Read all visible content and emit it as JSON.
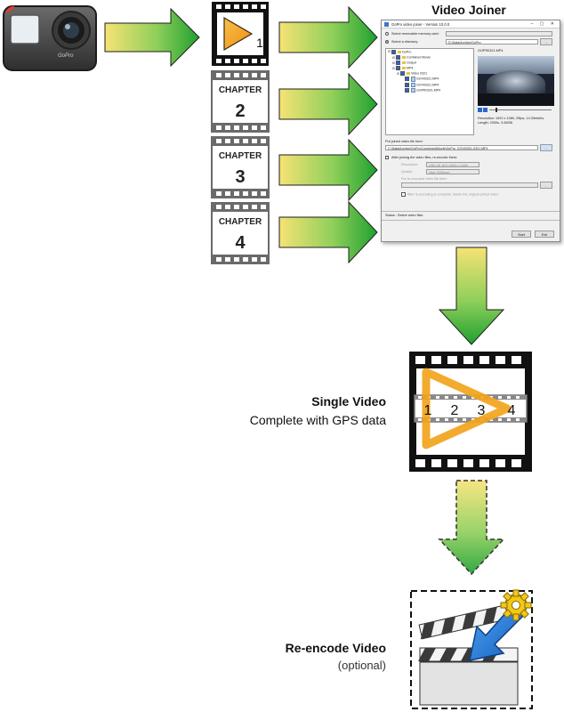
{
  "title": "Video Joiner",
  "camera_brand": "GoPro",
  "chapters": {
    "first_number": "1",
    "label": "CHAPTER",
    "numbers": [
      "2",
      "3",
      "4"
    ]
  },
  "single_video": {
    "title": "Single Video",
    "subtitle": "Complete with GPS data",
    "segments": [
      "1",
      "2",
      "3",
      "4"
    ]
  },
  "reencode": {
    "title": "Re-encode Video",
    "subtitle": "(optional)"
  },
  "colors": {
    "arrow_green": "#22a333",
    "arrow_yellow": "#f5e06a",
    "play_orange": "#f5a623",
    "reencode_blue": "#1f6fd1",
    "gear_yellow": "#f2c81a"
  },
  "window": {
    "title": "GoPro video joiner - Version 10.0.0",
    "option_memory_card": "Select removable memory card:",
    "option_directory": "Select a directory:",
    "directory_path": "D:\\Data\\Archive\\GoPro",
    "browse_label": "...",
    "tree": [
      {
        "label": "GoPro",
        "depth": 0,
        "kind": "folder"
      },
      {
        "label": "Combined Movie",
        "depth": 1,
        "kind": "folder"
      },
      {
        "label": "Output",
        "depth": 1,
        "kind": "folder"
      },
      {
        "label": "MP4",
        "depth": 1,
        "kind": "folder"
      },
      {
        "label": "Video 0321",
        "depth": 2,
        "kind": "folder"
      },
      {
        "label": "GOVI0321.MP4",
        "depth": 3,
        "kind": "file"
      },
      {
        "label": "GOVI0321.MP4",
        "depth": 3,
        "kind": "file"
      },
      {
        "label": "GOPR0321.MP4",
        "depth": 3,
        "kind": "file"
      }
    ],
    "preview_filename": "GOPR0321.MP4",
    "preview_info": "Resolution: 1920 x 1080, 25fps, 14.33mbit/s, Length: 2000s, 3.66GB",
    "output_label": "Put joined video file here:",
    "output_path": "C:\\Data\\Archive\\GoPro\\Combined\\Movie\\GoPro_GOVI0321-0321.MP4",
    "reencode_option": "After joining the video files, re-encode them:",
    "resolution_label": "Resolution:",
    "resolution_value": "UHD 4K 16:9 (3840 x 2160)",
    "quality_label": "Quality:",
    "quality_value": "High (50Mbps)",
    "reencoded_path_label": "Put re-encoded video file here:",
    "delete_option": "After re-encoding is complete, delete the original joined video",
    "status": "Status : Select video files",
    "start_label": "Start",
    "exit_label": "Exit"
  }
}
